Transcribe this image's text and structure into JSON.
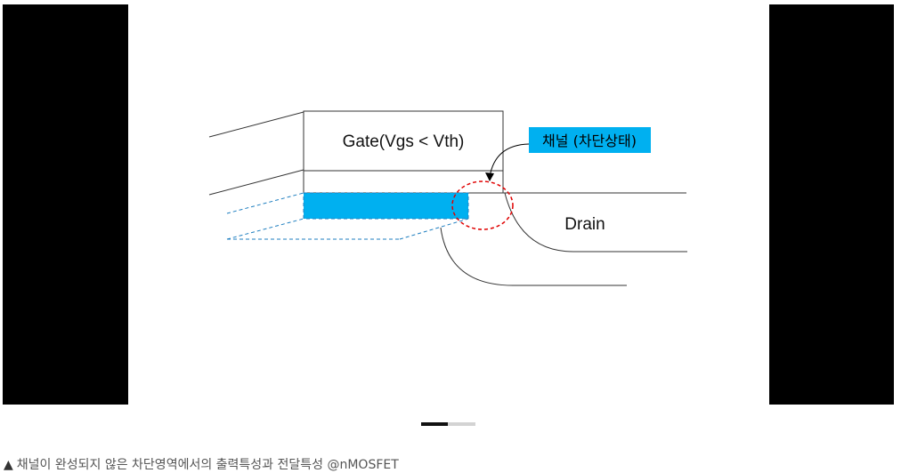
{
  "figure": {
    "gate_label": "Gate(Vgs < Vth)",
    "channel_label": "채널 (차단상태)",
    "drain_label": "Drain",
    "colors": {
      "channel_fill": "#00b0f0",
      "highlight_circle": "#e00000",
      "dashed_outline": "#1f7fc0",
      "line": "#333333"
    }
  },
  "carousel": {
    "pages": 2,
    "active_page": 1
  },
  "caption": {
    "marker": "▲",
    "text": "채널이 완성되지 않은 차단영역에서의 출력특성과 전달특성 @nMOSFET"
  }
}
